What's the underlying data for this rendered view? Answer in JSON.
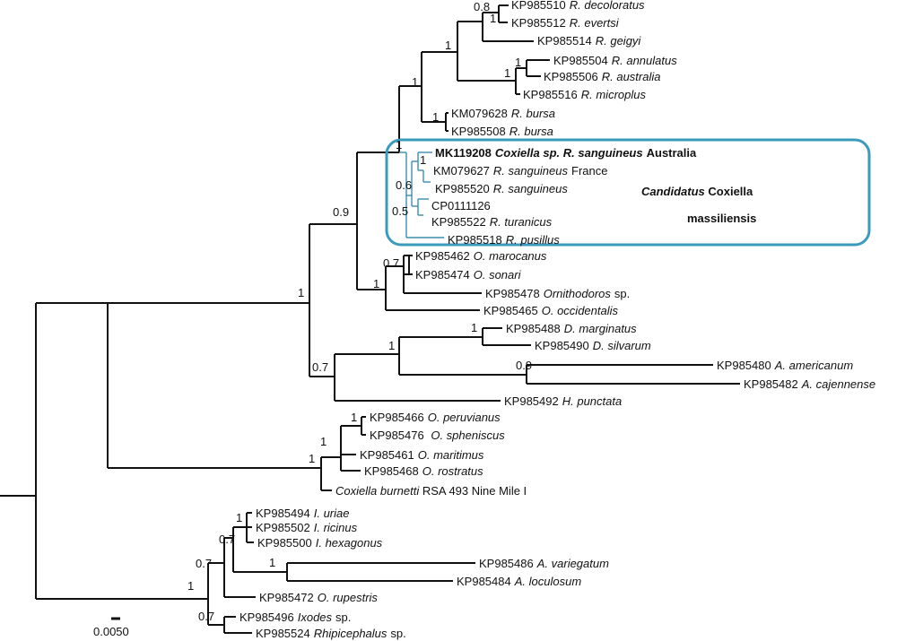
{
  "colors": {
    "branch": "#111111",
    "highlight_branch": "#3b8db0",
    "callout": "#2b7fa6"
  },
  "callout": {
    "line1_italic": "Candidatus",
    "line1_rest": " Coxiella",
    "line2": "massiliensis"
  },
  "scale_bar": {
    "label": "0.0050"
  },
  "taxa": [
    {
      "id": "t1",
      "acc": "KP985510",
      "name": "R. decoloratus"
    },
    {
      "id": "t2",
      "acc": "KP985512",
      "name": "R. evertsi"
    },
    {
      "id": "t3",
      "acc": "KP985514",
      "name": "R. geigyi"
    },
    {
      "id": "t4",
      "acc": "KP985504",
      "name": "R. annulatus"
    },
    {
      "id": "t5",
      "acc": "KP985506",
      "name": "R. australia"
    },
    {
      "id": "t6",
      "acc": "KP985516",
      "name": "R. microplus"
    },
    {
      "id": "t7",
      "acc": "KM079628",
      "name": "R. bursa"
    },
    {
      "id": "t8",
      "acc": "KP985508",
      "name": "R. bursa"
    },
    {
      "id": "t9",
      "acc": "MK119208",
      "name": "Coxiella sp. R. sanguineus",
      "suffix": "Australia",
      "bold": true
    },
    {
      "id": "t10",
      "acc": "KM079627",
      "name": "R. sanguineus",
      "suffix": "France"
    },
    {
      "id": "t11",
      "acc": "KP985520",
      "name": "R. sanguineus"
    },
    {
      "id": "t12",
      "acc": "CP0111126",
      "name": ""
    },
    {
      "id": "t13",
      "acc": "KP985522",
      "name": "R. turanicus"
    },
    {
      "id": "t14",
      "acc": "KP985518",
      "name": "R. pusillus"
    },
    {
      "id": "t15",
      "acc": "KP985462",
      "name": "O. marocanus"
    },
    {
      "id": "t16",
      "acc": "KP985474",
      "name": "O. sonari"
    },
    {
      "id": "t17",
      "acc": "KP985478",
      "name": "Ornithodoros",
      "suffix": "sp."
    },
    {
      "id": "t18",
      "acc": "KP985465",
      "name": "O. occidentalis"
    },
    {
      "id": "t19",
      "acc": "KP985488",
      "name": "D. marginatus"
    },
    {
      "id": "t20",
      "acc": "KP985490",
      "name": "D. silvarum"
    },
    {
      "id": "t21",
      "acc": "KP985480",
      "name": "A. americanum"
    },
    {
      "id": "t22",
      "acc": "KP985482",
      "name": "A. cajennense"
    },
    {
      "id": "t23",
      "acc": "KP985492",
      "name": "H. punctata"
    },
    {
      "id": "t24",
      "acc": "KP985466",
      "name": "O. peruvianus"
    },
    {
      "id": "t25",
      "acc": "KP985476",
      "name": " O. spheniscus"
    },
    {
      "id": "t26",
      "acc": "KP985461",
      "name": "O. maritimus"
    },
    {
      "id": "t27",
      "acc": "KP985468",
      "name": "O. rostratus"
    },
    {
      "id": "t28",
      "acc": "",
      "name": "Coxiella burnetti",
      "suffix": " RSA 493 Nine Mile I"
    },
    {
      "id": "t29",
      "acc": "KP985494",
      "name": "I. uriae"
    },
    {
      "id": "t30",
      "acc": "KP985502",
      "name": "I. ricinus"
    },
    {
      "id": "t31",
      "acc": "KP985500",
      "name": "I. hexagonus"
    },
    {
      "id": "t32",
      "acc": "KP985486",
      "name": "A. variegatum"
    },
    {
      "id": "t33",
      "acc": "KP985484",
      "name": "A. loculosum"
    },
    {
      "id": "t34",
      "acc": "KP985472",
      "name": "O. rupestris"
    },
    {
      "id": "t35",
      "acc": "KP985496",
      "name": "Ixodes",
      "suffix": "sp."
    },
    {
      "id": "t36",
      "acc": "KP985524",
      "name": "Rhipicephalus",
      "suffix": "sp."
    }
  ],
  "support": [
    {
      "id": "s1",
      "value": "0.8"
    },
    {
      "id": "s2",
      "value": "1"
    },
    {
      "id": "s3",
      "value": "1"
    },
    {
      "id": "s4",
      "value": "1"
    },
    {
      "id": "s5",
      "value": "1"
    },
    {
      "id": "s6",
      "value": "1"
    },
    {
      "id": "s7",
      "value": "1"
    },
    {
      "id": "s8",
      "value": "0.6"
    },
    {
      "id": "s9",
      "value": "0.5"
    },
    {
      "id": "s10",
      "value": "0.9"
    },
    {
      "id": "s11",
      "value": "0.7"
    },
    {
      "id": "s12",
      "value": "1"
    },
    {
      "id": "s13",
      "value": "1"
    },
    {
      "id": "s14",
      "value": "1"
    },
    {
      "id": "s15",
      "value": "1"
    },
    {
      "id": "s16",
      "value": "1"
    },
    {
      "id": "s17",
      "value": "0.7"
    },
    {
      "id": "s18",
      "value": "1"
    },
    {
      "id": "s19",
      "value": "0.9"
    },
    {
      "id": "s20",
      "value": "1"
    },
    {
      "id": "s21",
      "value": "1"
    },
    {
      "id": "s22",
      "value": "1"
    },
    {
      "id": "s23",
      "value": "1"
    },
    {
      "id": "s24",
      "value": "0.7"
    },
    {
      "id": "s25",
      "value": "1"
    },
    {
      "id": "s26",
      "value": "0.7"
    }
  ]
}
